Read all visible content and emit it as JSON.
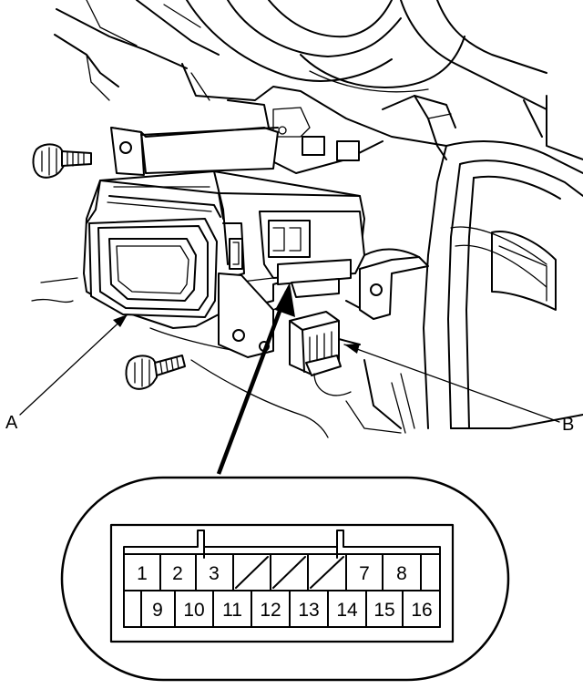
{
  "callouts": {
    "a": "A",
    "b": "B"
  },
  "connector": {
    "top_row": [
      {
        "pin": "1",
        "blank": false
      },
      {
        "pin": "2",
        "blank": false
      },
      {
        "pin": "3",
        "blank": false
      },
      {
        "pin": "",
        "blank": true
      },
      {
        "pin": "",
        "blank": true
      },
      {
        "pin": "",
        "blank": true
      },
      {
        "pin": "7",
        "blank": false
      },
      {
        "pin": "8",
        "blank": false
      }
    ],
    "bottom_row": [
      "9",
      "10",
      "11",
      "12",
      "13",
      "14",
      "15",
      "16"
    ]
  }
}
